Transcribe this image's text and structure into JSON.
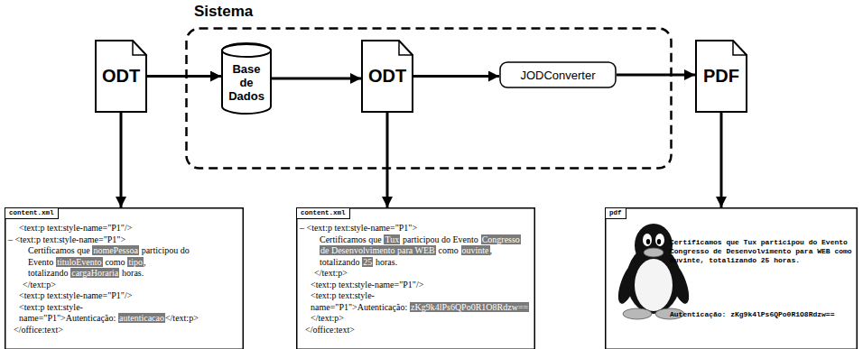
{
  "diagram": {
    "nodes": [
      {
        "text": [
          "Sistema"
        ]
      },
      {
        "text": [
          "ODT"
        ]
      },
      {
        "text": [
          "Base de Dados"
        ],
        "in": 0
      },
      {
        "text": [
          "ODT"
        ],
        "in": 0
      },
      {
        "text": [
          "JODConverter"
        ],
        "in": 0
      },
      {
        "text": [
          "PDF"
        ]
      },
      {
        "text": [
          "content.xml",
          "<text:p text:style-name=\"P1\"/>",
          "– <text:p text:style-name=\"P1\">",
          "Certificamos que",
          "nomePessoa",
          "participou do Evento",
          "tituloEvento",
          "como",
          "tipo",
          ", totalizando",
          "cargaHoraria",
          "horas.",
          "</text:p>",
          "<text:p text:style-name=\"P1\"/>",
          "<text:p text:style-name=\"P1\">Autenticação:",
          "autenticacao",
          "</text:p>",
          "</office:text>"
        ]
      },
      {
        "text": [
          "content.xml",
          "– <text:p text:style-name=\"P1\">",
          "Certificamos que",
          "Tux",
          "participou do Evento",
          "Congresso de Desenvolvimento para WEB",
          "como",
          "ouvinte",
          ", totalizando",
          "25",
          "horas.",
          "</text:p>",
          "<text:p text:style-name=\"P1\"/>",
          "<text:p text:style-name=\"P1\">Autenticação:",
          "zKg9k4lPs6QPo0R1O8Rdzw==",
          "</text:p>",
          "</office:text>"
        ]
      },
      {
        "text": [
          "pdf",
          "Certificamos que Tux participou do Evento Congresso de Desenvolvimento para WEB como ouvinte, totalizando 25 horas.",
          "Autenticação: zKg9k4lPs6QPo0R1O8Rdzw=="
        ]
      }
    ],
    "edges": [
      {
        "from": 1,
        "to": 2,
        "arrow": "to"
      },
      {
        "from": 2,
        "to": 3,
        "arrow": "to"
      },
      {
        "from": 3,
        "to": 4,
        "arrow": "to"
      },
      {
        "from": 4,
        "to": 5,
        "arrow": "to"
      },
      {
        "from": 1,
        "to": 6,
        "arrow": "to"
      },
      {
        "from": 3,
        "to": 7,
        "arrow": "to"
      },
      {
        "from": 5,
        "to": 8,
        "arrow": "to"
      }
    ]
  }
}
